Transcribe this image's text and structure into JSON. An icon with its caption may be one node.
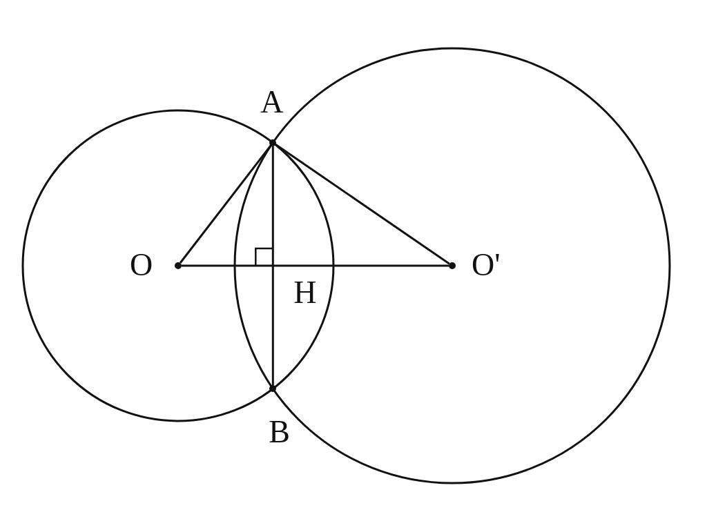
{
  "diagram": {
    "nodes": [
      {
        "text": [
          "A"
        ]
      },
      {
        "text": [
          "O"
        ]
      },
      {
        "text": [
          "O'"
        ]
      },
      {
        "text": [
          "H"
        ]
      },
      {
        "text": [
          "B"
        ]
      }
    ],
    "edges": [
      {
        "from": 1,
        "to": 0,
        "arrow": "none"
      },
      {
        "from": 0,
        "to": 2,
        "arrow": "none"
      },
      {
        "from": 1,
        "to": 2,
        "arrow": "none"
      },
      {
        "from": 0,
        "to": 4,
        "arrow": "none"
      }
    ]
  }
}
